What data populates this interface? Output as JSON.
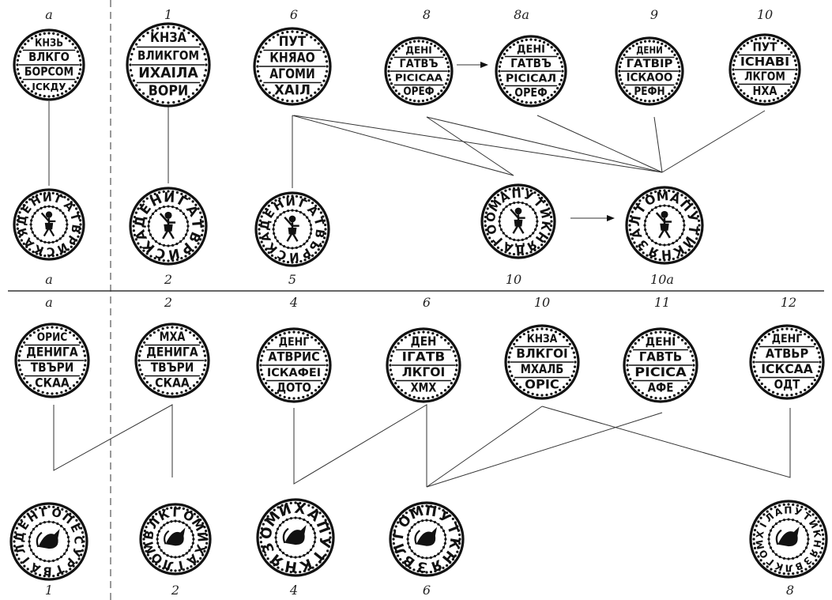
{
  "top_obverse_labels": [
    "a",
    "1",
    "6",
    "8",
    "8a",
    "9",
    "10"
  ],
  "top_reverse_labels": [
    "a",
    "2",
    "5",
    "10",
    "10a"
  ],
  "bottom_obverse_labels": [
    "a",
    "2",
    "4",
    "6",
    "10",
    "11",
    "12"
  ],
  "bottom_reverse_labels": [
    "1",
    "2",
    "4",
    "6",
    "8"
  ],
  "top_obverse_coins": [
    {
      "id": "a",
      "lines": [
        "КНЗЬ",
        "ВЛКГО",
        "БОРСОМ",
        "ІСКДУ"
      ]
    },
    {
      "id": "1",
      "lines": [
        "КНЗА",
        "ВЛИКГОМ",
        "ИХАІЛА",
        "ВОРИ"
      ]
    },
    {
      "id": "6",
      "lines": [
        "ПУТ",
        "КНЯАО",
        "АГОМИ",
        "ХАІЛ"
      ]
    },
    {
      "id": "8",
      "lines": [
        "ДЕНІ",
        "ГАТВЪ",
        "РІСІСАА",
        "ОРЕФ"
      ]
    },
    {
      "id": "8a",
      "lines": [
        "ДЕНІ",
        "ГАТВЪ",
        "РІСІСАЛ",
        "ОРЕФ"
      ]
    },
    {
      "id": "9",
      "lines": [
        "ДЕНИ",
        "ГАТВІР",
        "ІСКАОО",
        "РЕФН"
      ]
    },
    {
      "id": "10",
      "lines": [
        "ПУТ",
        "ІСНАВІ",
        "ЛКГОМ",
        "НХА"
      ]
    }
  ],
  "top_reverse_coins": [
    {
      "id": "a",
      "legend": "ДЕНИГАТВРИСКАЯ"
    },
    {
      "id": "2",
      "legend": "ДЕНИГАТВРИСКА"
    },
    {
      "id": "5",
      "legend": "ДЕНИГАТВЪРИСКА"
    },
    {
      "id": "10",
      "legend": "ОМАПУТИКНЯДАГО"
    },
    {
      "id": "10a",
      "legend": "ЛТОМАПУТИКНЯЗА"
    }
  ],
  "bottom_obverse_coins": [
    {
      "id": "a",
      "lines": [
        "ОРИС",
        "ДЕНИГА",
        "ТВЪРИ",
        "СКАА"
      ]
    },
    {
      "id": "2",
      "lines": [
        "МХА",
        "ДЕНИГА",
        "ТВЪРИ",
        "СКАА"
      ]
    },
    {
      "id": "4",
      "lines": [
        "ДЕНГ",
        "АТВРИС",
        "ІСКАФЕІ",
        "ДОТО"
      ]
    },
    {
      "id": "6",
      "lines": [
        "ДЕН",
        "ІГАТВ",
        "ЛКГОІ",
        "ХМХ"
      ]
    },
    {
      "id": "10",
      "lines": [
        "КНЗА",
        "ВЛКГОІ",
        "МХАЛБ",
        "ОРІС"
      ]
    },
    {
      "id": "11",
      "lines": [
        "ДЕНІ",
        "ГАВТЬ",
        "РІСІСА",
        "АФЕ"
      ]
    },
    {
      "id": "12",
      "lines": [
        "ДЕНГ",
        "АТВЬР",
        "ІСКСАА",
        "ОДТ"
      ]
    }
  ],
  "bottom_reverse_coins": [
    {
      "id": "1",
      "legend": "ДЕНГОПЕСУРТВАІЛ"
    },
    {
      "id": "2",
      "legend": "ВЛКГОМИХАІЛОМ"
    },
    {
      "id": "4",
      "legend": "ОМИХАПУТКНЯЗ"
    },
    {
      "id": "6",
      "legend": "ГОМПУТКНЯЗВЛ"
    },
    {
      "id": "8",
      "legend": "ХІЛАПУТИКНЯЗВЛКГОМ"
    }
  ]
}
